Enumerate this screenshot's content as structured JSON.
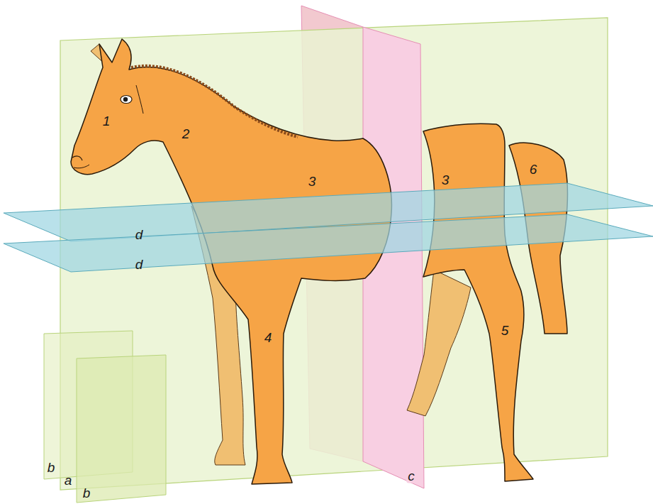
{
  "diagram": {
    "labels": [
      "1",
      "2",
      "3",
      "3",
      "6",
      "d",
      "d",
      "4",
      "5",
      "b",
      "a",
      "b",
      "c"
    ]
  }
}
